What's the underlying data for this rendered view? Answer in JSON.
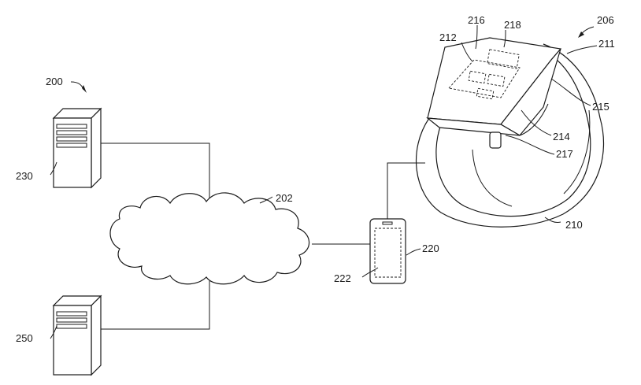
{
  "labels": {
    "system": "200",
    "network": "202",
    "wearable": "206",
    "band": "210",
    "band_edge": "211",
    "display_window": "212",
    "clasp": "214",
    "band_side": "215",
    "sensor_a": "216",
    "buckle": "217",
    "sensor_b": "218",
    "phone": "220",
    "phone_screen": "222",
    "server_top": "230",
    "server_bottom": "250"
  },
  "colors": {
    "stroke": "#1a1a1a",
    "background": "#ffffff"
  }
}
